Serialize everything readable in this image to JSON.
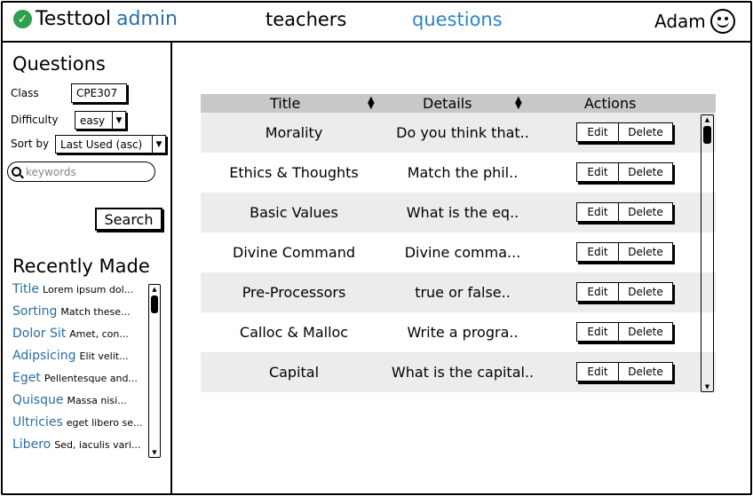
{
  "header": {
    "logo_name": "Testtool",
    "logo_admin": "admin",
    "nav_teachers": "teachers",
    "nav_questions": "questions",
    "user": "Adam"
  },
  "sidebar": {
    "title": "Questions",
    "class_label": "Class",
    "class_value": "CPE307",
    "difficulty_label": "Difficulty",
    "difficulty_value": "easy",
    "sortby_label": "Sort by",
    "sortby_value": "Last Used (asc)",
    "search_placeholder": "keywords",
    "search_button": "Search",
    "recent_title": "Recently Made",
    "recent_items": [
      {
        "title": "Title",
        "snippet": "Lorem ipsum dol..."
      },
      {
        "title": "Sorting",
        "snippet": "Match these..."
      },
      {
        "title": "Dolor Sit",
        "snippet": "Amet, con..."
      },
      {
        "title": "Adipsicing",
        "snippet": "Elit velit..."
      },
      {
        "title": "Eget",
        "snippet": "Pellentesque and..."
      },
      {
        "title": "Quisque",
        "snippet": "Massa nisi..."
      },
      {
        "title": "Ultricies",
        "snippet": "eget libero se..."
      },
      {
        "title": "Libero",
        "snippet": "Sed, iaculis vari..."
      }
    ]
  },
  "table": {
    "columns": {
      "title": "Title",
      "details": "Details",
      "actions": "Actions"
    },
    "edit_label": "Edit",
    "delete_label": "Delete",
    "rows": [
      {
        "title": "Morality",
        "details": "Do you think that.."
      },
      {
        "title": "Ethics & Thoughts",
        "details": "Match the phil.."
      },
      {
        "title": "Basic Values",
        "details": "What is the eq.."
      },
      {
        "title": "Divine Command",
        "details": "Divine comma..."
      },
      {
        "title": "Pre-Processors",
        "details": "true or false.."
      },
      {
        "title": "Calloc & Malloc",
        "details": "Write a progra.."
      },
      {
        "title": "Capital",
        "details": "What is the capital.."
      }
    ]
  },
  "icons": {
    "logo": "check-circle-icon",
    "user": "smiley-icon",
    "search": "search-icon",
    "sort": "sort-icon",
    "dropdown": "caret-down-icon"
  },
  "colors": {
    "logo_check": "#2e9e4f",
    "logo_admin": "#2a6ea6",
    "nav_active": "#2a86c2",
    "recent_title": "#2a6ea6",
    "table_header": "#c8c8c8",
    "row_shaded": "#ececec"
  }
}
